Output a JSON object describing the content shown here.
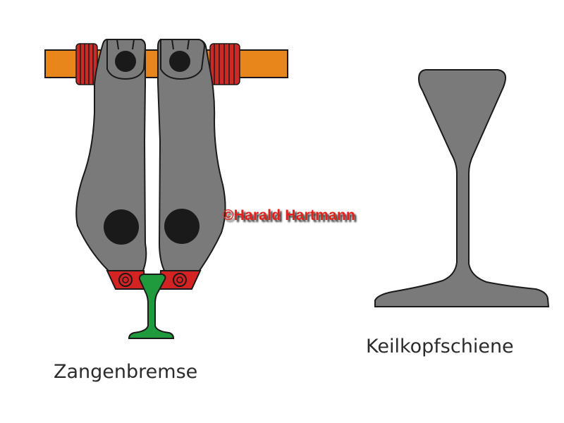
{
  "labels": {
    "left": "Zangenbremse",
    "right": "Keilkopfschiene"
  },
  "watermark": "©Harald Hartmann",
  "colors": {
    "bar": "#e8861c",
    "arm": "#7a7a7a",
    "spring": "#cc2a27",
    "pad": "#d42323",
    "small_rail": "#1f9a3c",
    "large_rail": "#7a7a7a",
    "pin": "#1a1a1a",
    "outline": "#1a1a1a"
  }
}
